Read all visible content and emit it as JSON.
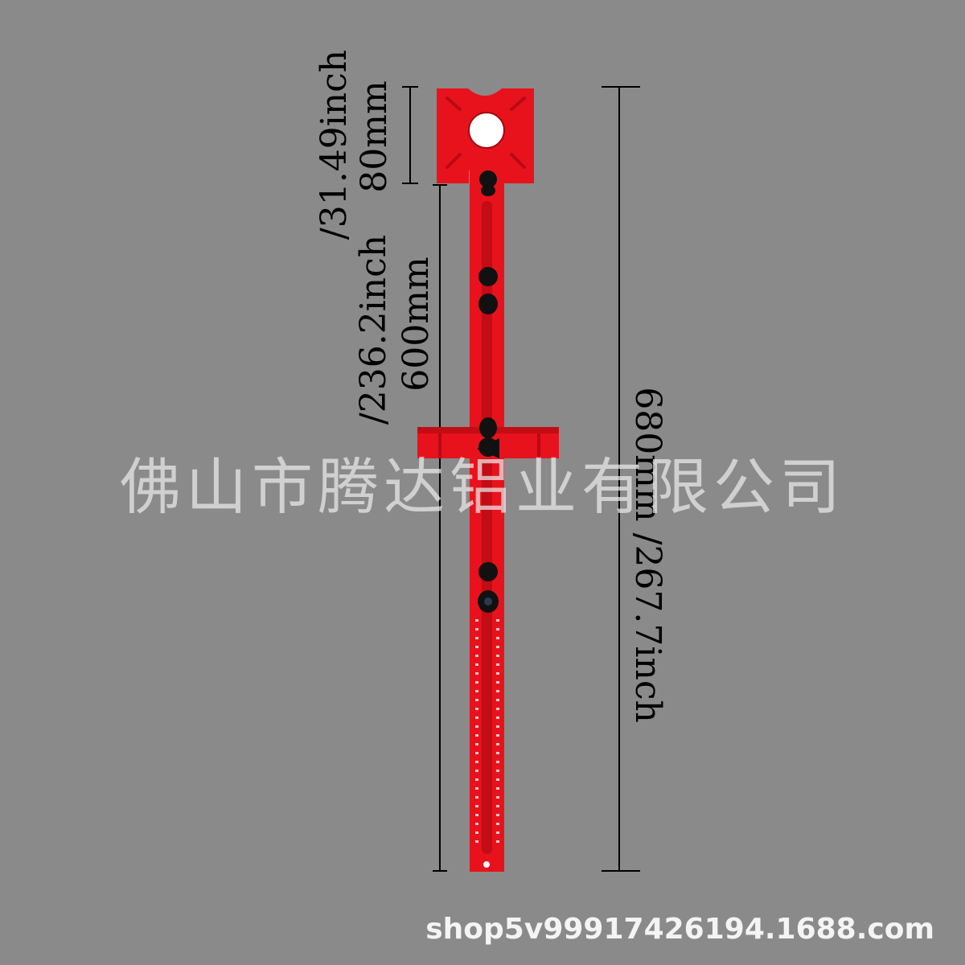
{
  "image": {
    "background": "#8a8a8a",
    "accent": "#e8121c",
    "knob_color": "#111111",
    "dimensions": {
      "top_plate_in": "/31.49inch",
      "top_plate_mm": "80mm",
      "slot_in": "/236.2inch",
      "slot_mm": "600mm",
      "total": "680mm /267.7inch"
    },
    "watermark": "佛山市腾达铝业有限公司",
    "footer_url": "shop5v99917426194.1688.com"
  }
}
